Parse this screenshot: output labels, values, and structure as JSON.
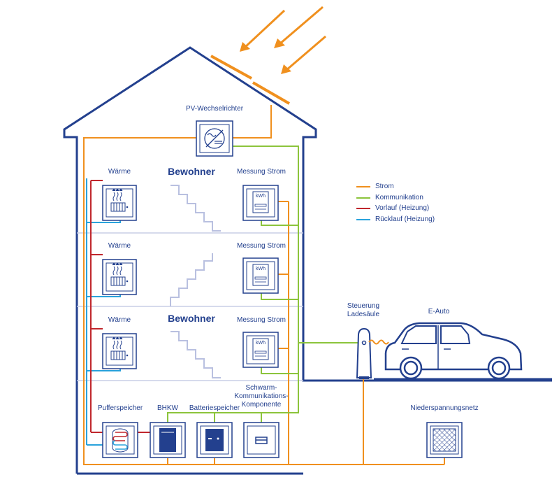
{
  "labels": {
    "pv_inverter": "PV-Wechselrichter",
    "residents_top": "Bewohner",
    "residents_mid": "Bewohner",
    "heat_1": "Wärme",
    "heat_2": "Wärme",
    "heat_3": "Wärme",
    "meter_1": "Messung Strom",
    "meter_2": "Messung Strom",
    "meter_3": "Messung Strom",
    "meter_unit": "kWh",
    "buffer": "Pufferspeicher",
    "chp": "BHKW",
    "battery": "Batteriespeicher",
    "swarm": "Schwarm-\nKommunikations-\nKomponente",
    "charger": "Steuerung\nLadesäule",
    "ecar": "E-Auto",
    "grid": "Niederspannungsnetz"
  },
  "legend": [
    {
      "label": "Strom",
      "color": "#f0901e"
    },
    {
      "label": "Kommunikation",
      "color": "#8cc43c"
    },
    {
      "label": "Vorlauf (Heizung)",
      "color": "#c0272d"
    },
    {
      "label": "Rücklauf (Heizung)",
      "color": "#2aa3dc"
    }
  ],
  "colors": {
    "navy": "#23408e",
    "power": "#f0901e",
    "comm": "#8cc43c",
    "supply": "#c0272d",
    "return": "#2aa3dc",
    "stairs": "#b9c0e0"
  }
}
